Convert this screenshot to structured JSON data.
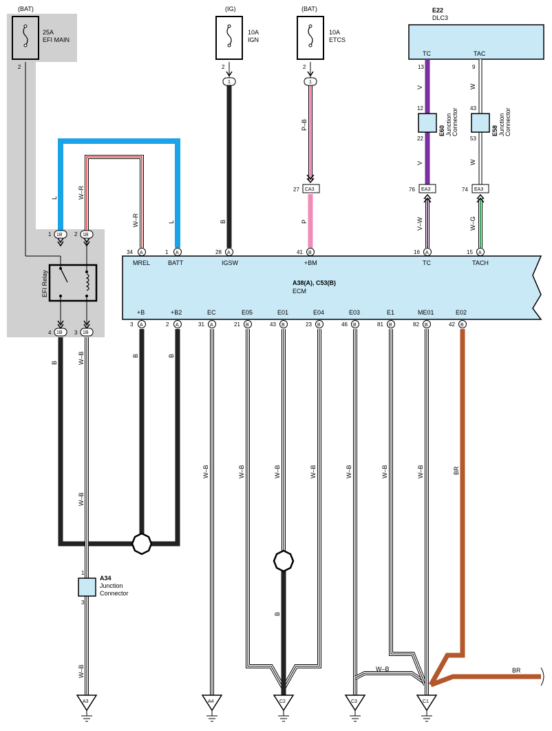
{
  "title": "",
  "sources": [
    {
      "id": "bat1",
      "label": "(BAT)",
      "amp": "25A",
      "name": "EFI MAIN",
      "pin": "2"
    },
    {
      "id": "ig",
      "label": "(IG)",
      "amp": "10A",
      "name": "IGN",
      "pin": "2"
    },
    {
      "id": "bat2",
      "label": "(BAT)",
      "amp": "10A",
      "name": "ETCS",
      "pin": "2"
    }
  ],
  "dlc": {
    "code": "E22",
    "name": "DLC3",
    "pin_tc_name": "TC",
    "pin_tac_name": "TAC",
    "pin_tc": "13",
    "pin_tac": "9"
  },
  "junctions": {
    "e60": {
      "code": "E60",
      "name": "Junction",
      "name2": "Connector",
      "pin_top": "12",
      "pin_bot": "22"
    },
    "e58": {
      "code": "E58",
      "name": "Junction",
      "name2": "Connector",
      "pin_top": "43",
      "pin_bot": "53"
    },
    "a34": {
      "code": "A34",
      "name": "Junction",
      "name2": "Connector",
      "pin_top": "1",
      "pin_bot": "3"
    }
  },
  "relay": {
    "name": "EFI Relay",
    "conn": "1B",
    "pins": [
      "1",
      "2",
      "4",
      "3"
    ]
  },
  "inline": {
    "ig_conn": "1",
    "etcs_conn": "1",
    "ca3": "CA3",
    "ca3_pin": "27",
    "ea3_tc": "EA3",
    "ea3_tc_pin": "76",
    "ea3_tach": "EA3",
    "ea3_tach_pin": "74"
  },
  "ecm": {
    "code": "A38(A), C53(B)",
    "name": "ECM"
  },
  "top_pins": [
    {
      "pin": "34",
      "conn": "A",
      "name": "MREL"
    },
    {
      "pin": "1",
      "conn": "A",
      "name": "BATT"
    },
    {
      "pin": "28",
      "conn": "A",
      "name": "IGSW"
    },
    {
      "pin": "41",
      "conn": "B",
      "name": "+BM"
    },
    {
      "pin": "16",
      "conn": "A",
      "name": "TC"
    },
    {
      "pin": "15",
      "conn": "A",
      "name": "TACH"
    }
  ],
  "bottom_pins": [
    {
      "pin": "3",
      "conn": "A",
      "name": "+B"
    },
    {
      "pin": "2",
      "conn": "A",
      "name": "+B2"
    },
    {
      "pin": "31",
      "conn": "A",
      "name": "EC"
    },
    {
      "pin": "21",
      "conn": "B",
      "name": "E05"
    },
    {
      "pin": "43",
      "conn": "B",
      "name": "E01"
    },
    {
      "pin": "23",
      "conn": "B",
      "name": "E04"
    },
    {
      "pin": "46",
      "conn": "B",
      "name": "E03"
    },
    {
      "pin": "81",
      "conn": "B",
      "name": "E1"
    },
    {
      "pin": "82",
      "conn": "B",
      "name": "ME01"
    },
    {
      "pin": "42",
      "conn": "B",
      "name": "E02"
    }
  ],
  "wire_colors": {
    "l1": "L",
    "l2": "L",
    "wr1": "W–R",
    "wr2": "W–R",
    "b_ig": "B",
    "pb": "P–B",
    "p": "P",
    "v1": "V",
    "v2": "V",
    "vw": "V–W",
    "w1": "W",
    "w2": "W",
    "wg": "W–G",
    "b_relay": "B",
    "wb_relay": "W–B",
    "b_b": "B",
    "b_b2": "B",
    "wb_relay2": "W–B",
    "wb_ec": "W–B",
    "wb_e05": "W–B",
    "wb_e01": "W–B",
    "wb_e04": "W–B",
    "wb_e03": "W–B",
    "wb_e1": "W–B",
    "wb_me01": "W–B",
    "br1": "BR",
    "b_c2": "B",
    "wb_a3": "W–B",
    "wb_c3": "W–B",
    "br2": "BR"
  },
  "grounds": [
    "A3",
    "A4",
    "C2",
    "C3",
    "C1"
  ],
  "colors": {
    "blue": "#1aa3e6",
    "black": "#222222",
    "pink": "#f08cb8",
    "purple": "#7b2fa0",
    "brown": "#b4572b",
    "green": "#3fa55f",
    "red": "#d42020",
    "gray": "#d0d0d0",
    "ecm_fill": "#c9e9f7"
  }
}
